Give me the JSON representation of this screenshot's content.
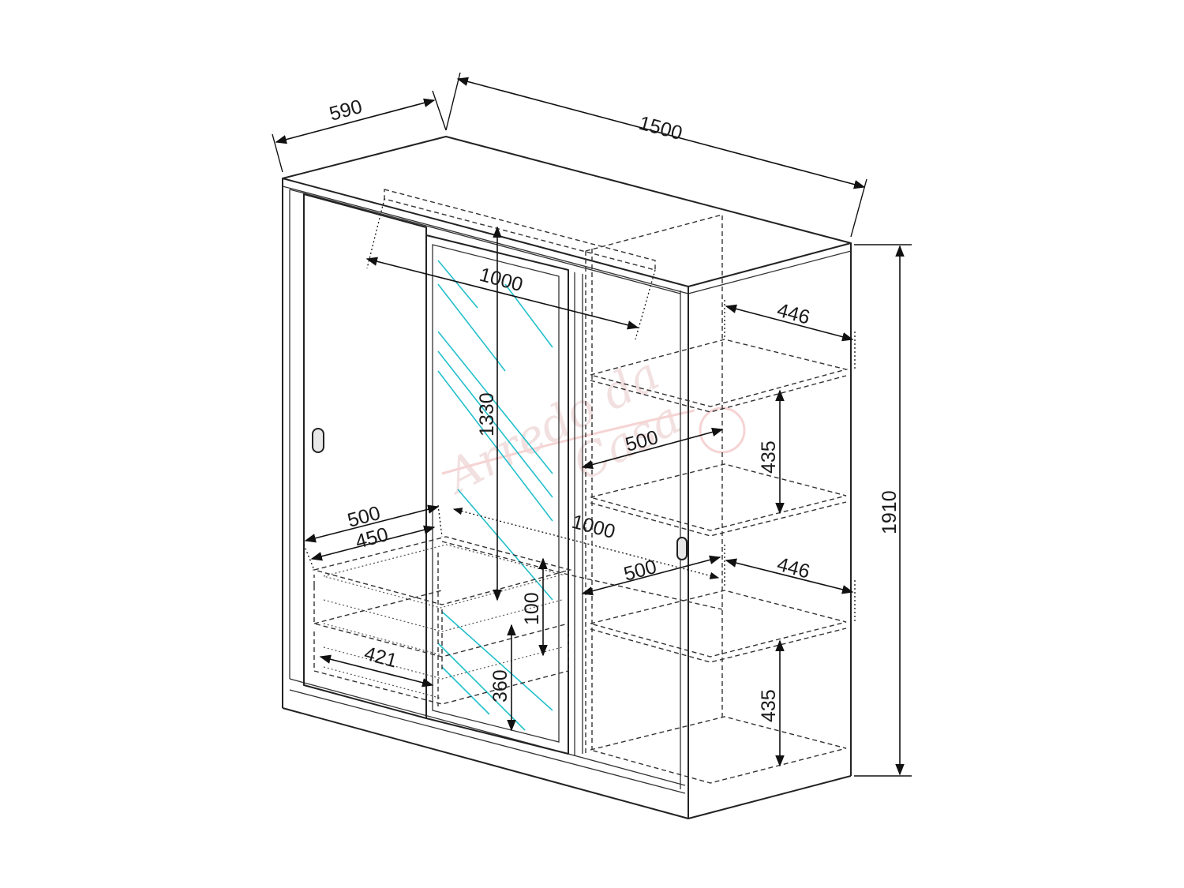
{
  "diagram": {
    "subject": "",
    "colors": {
      "outline": "#222222",
      "mirror": "#22c0cc",
      "watermark": "#e8c8c8"
    },
    "dimensions": {
      "depth": "590",
      "width": "1500",
      "height": "1910",
      "rail_length": "1000",
      "mirror_height": "1330",
      "shelf_depth_top": "446",
      "shelf_depth_mid": "446",
      "shelf_width_top": "500",
      "shelf_spacing_top": "435",
      "shelf_spacing_bottom": "435",
      "drawer_outer": "500",
      "drawer_inner": "450",
      "drawer_rail": "1000",
      "drawer_width_right": "500",
      "drawer_height": "100",
      "drawer_front": "421",
      "drawer_stack_height": "360"
    },
    "watermark": {
      "line1": "Arredo da",
      "line2": "Casa"
    }
  }
}
